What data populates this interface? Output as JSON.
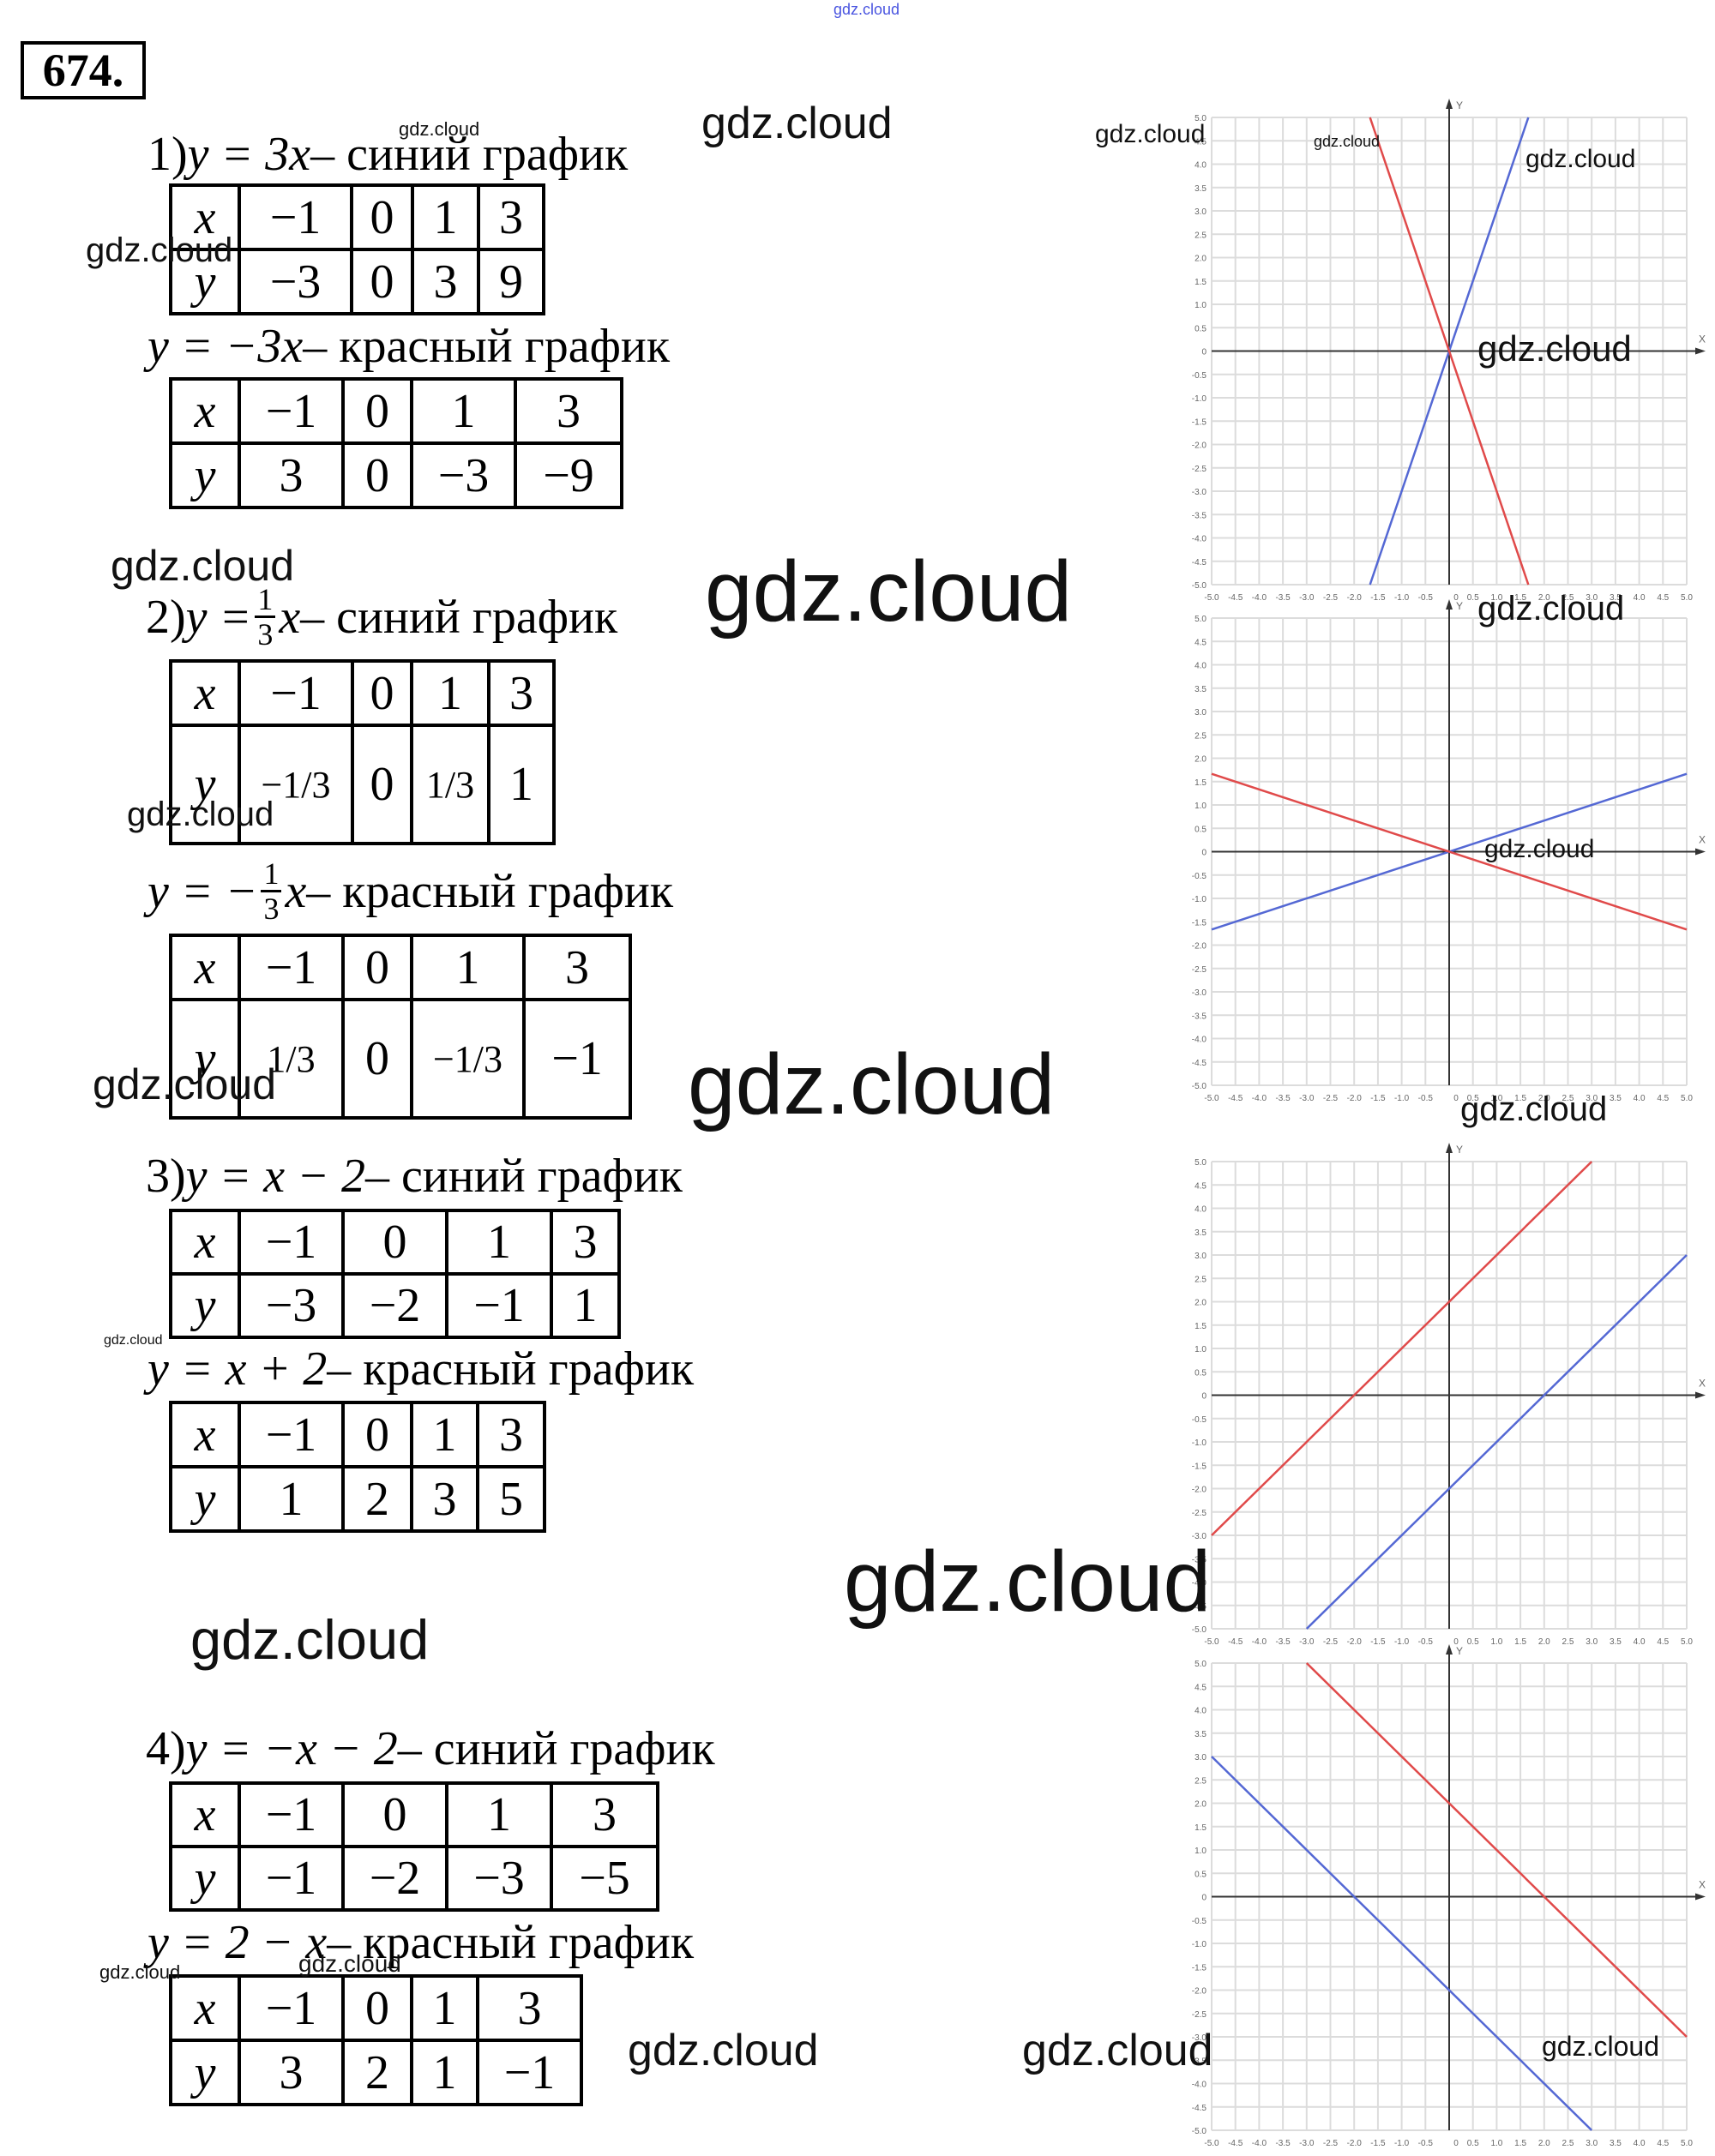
{
  "exercise_number": "674.",
  "sections": [
    {
      "header": {
        "prefix": "1) ",
        "pre": "y = 3x",
        "frac": null,
        "post": "",
        "desc": " – синий график"
      },
      "table": {
        "x": [
          "−1",
          "0",
          "1",
          "3"
        ],
        "y": [
          "−3",
          "0",
          "3",
          "9"
        ],
        "x_label": "x",
        "y_label": "y"
      }
    },
    {
      "header": {
        "prefix": "",
        "pre": "y = −3x",
        "frac": null,
        "post": "",
        "desc": " – красный график"
      },
      "table": {
        "x": [
          "−1",
          "0",
          "1",
          "3"
        ],
        "y": [
          "3",
          "0",
          "−3",
          "−9"
        ],
        "x_label": "x",
        "y_label": "y"
      }
    },
    {
      "header": {
        "prefix": "2) ",
        "pre": "y = ",
        "frac": {
          "num": "1",
          "den": "3"
        },
        "post": "x",
        "desc": " – синий график"
      },
      "table": {
        "x": [
          "−1",
          "0",
          "1",
          "3"
        ],
        "y": [
          "−1/3",
          "0",
          "1/3",
          "1"
        ],
        "x_label": "x",
        "y_label": "y"
      }
    },
    {
      "header": {
        "prefix": "",
        "pre": "y = −",
        "frac": {
          "num": "1",
          "den": "3"
        },
        "post": "x",
        "desc": " – красный график"
      },
      "table": {
        "x": [
          "−1",
          "0",
          "1",
          "3"
        ],
        "y": [
          "1/3",
          "0",
          "−1/3",
          "−1"
        ],
        "x_label": "x",
        "y_label": "y"
      }
    },
    {
      "header": {
        "prefix": "3) ",
        "pre": "y = x − 2",
        "frac": null,
        "post": "",
        "desc": " – синий график"
      },
      "table": {
        "x": [
          "−1",
          "0",
          "1",
          "3"
        ],
        "y": [
          "−3",
          "−2",
          "−1",
          "1"
        ],
        "x_label": "x",
        "y_label": "y"
      }
    },
    {
      "header": {
        "prefix": "",
        "pre": "y = x + 2",
        "frac": null,
        "post": "",
        "desc": " – красный график"
      },
      "table": {
        "x": [
          "−1",
          "0",
          "1",
          "3"
        ],
        "y": [
          "1",
          "2",
          "3",
          "5"
        ],
        "x_label": "x",
        "y_label": "y"
      }
    },
    {
      "header": {
        "prefix": "4) ",
        "pre": "y = −x − 2",
        "frac": null,
        "post": "",
        "desc": " – синий график"
      },
      "table": {
        "x": [
          "−1",
          "0",
          "1",
          "3"
        ],
        "y": [
          "−1",
          "−2",
          "−3",
          "−5"
        ],
        "x_label": "x",
        "y_label": "y"
      }
    },
    {
      "header": {
        "prefix": "",
        "pre": "y = 2 − x",
        "frac": null,
        "post": "",
        "desc": " – красный график"
      },
      "table": {
        "x": [
          "−1",
          "0",
          "1",
          "3"
        ],
        "y": [
          "3",
          "2",
          "1",
          "−1"
        ],
        "x_label": "x",
        "y_label": "y"
      }
    }
  ],
  "watermark_text": "gdz.cloud",
  "colors": {
    "blue_line": "#5468d4",
    "red_line": "#e04a4a",
    "grid": "#dcdcdc",
    "axis": "#333333"
  },
  "chart_data": [
    {
      "type": "line",
      "xlim": [
        -5,
        5
      ],
      "ylim": [
        -5,
        5
      ],
      "tick_step": 0.5,
      "grid": true,
      "xlabel": "X",
      "ylabel": "Y",
      "series": [
        {
          "name": "y = 3x",
          "color": "blue",
          "slope": 3,
          "intercept": 0
        },
        {
          "name": "y = −3x",
          "color": "red",
          "slope": -3,
          "intercept": 0
        }
      ]
    },
    {
      "type": "line",
      "xlim": [
        -5,
        5
      ],
      "ylim": [
        -5,
        5
      ],
      "tick_step": 0.5,
      "grid": true,
      "xlabel": "X",
      "ylabel": "Y",
      "series": [
        {
          "name": "y = 1/3 x",
          "color": "blue",
          "slope": 0.3333,
          "intercept": 0
        },
        {
          "name": "y = −1/3 x",
          "color": "red",
          "slope": -0.3333,
          "intercept": 0
        }
      ]
    },
    {
      "type": "line",
      "xlim": [
        -5,
        5
      ],
      "ylim": [
        -5,
        5
      ],
      "tick_step": 0.5,
      "grid": true,
      "xlabel": "X",
      "ylabel": "Y",
      "series": [
        {
          "name": "y = x − 2",
          "color": "blue",
          "slope": 1,
          "intercept": -2
        },
        {
          "name": "y = x + 2",
          "color": "red",
          "slope": 1,
          "intercept": 2
        }
      ]
    },
    {
      "type": "line",
      "xlim": [
        -5,
        5
      ],
      "ylim": [
        -5,
        5
      ],
      "tick_step": 0.5,
      "grid": true,
      "xlabel": "X",
      "ylabel": "Y",
      "series": [
        {
          "name": "y = −x − 2",
          "color": "blue",
          "slope": -1,
          "intercept": -2
        },
        {
          "name": "y = 2 − x",
          "color": "red",
          "slope": -1,
          "intercept": 2
        }
      ]
    }
  ]
}
